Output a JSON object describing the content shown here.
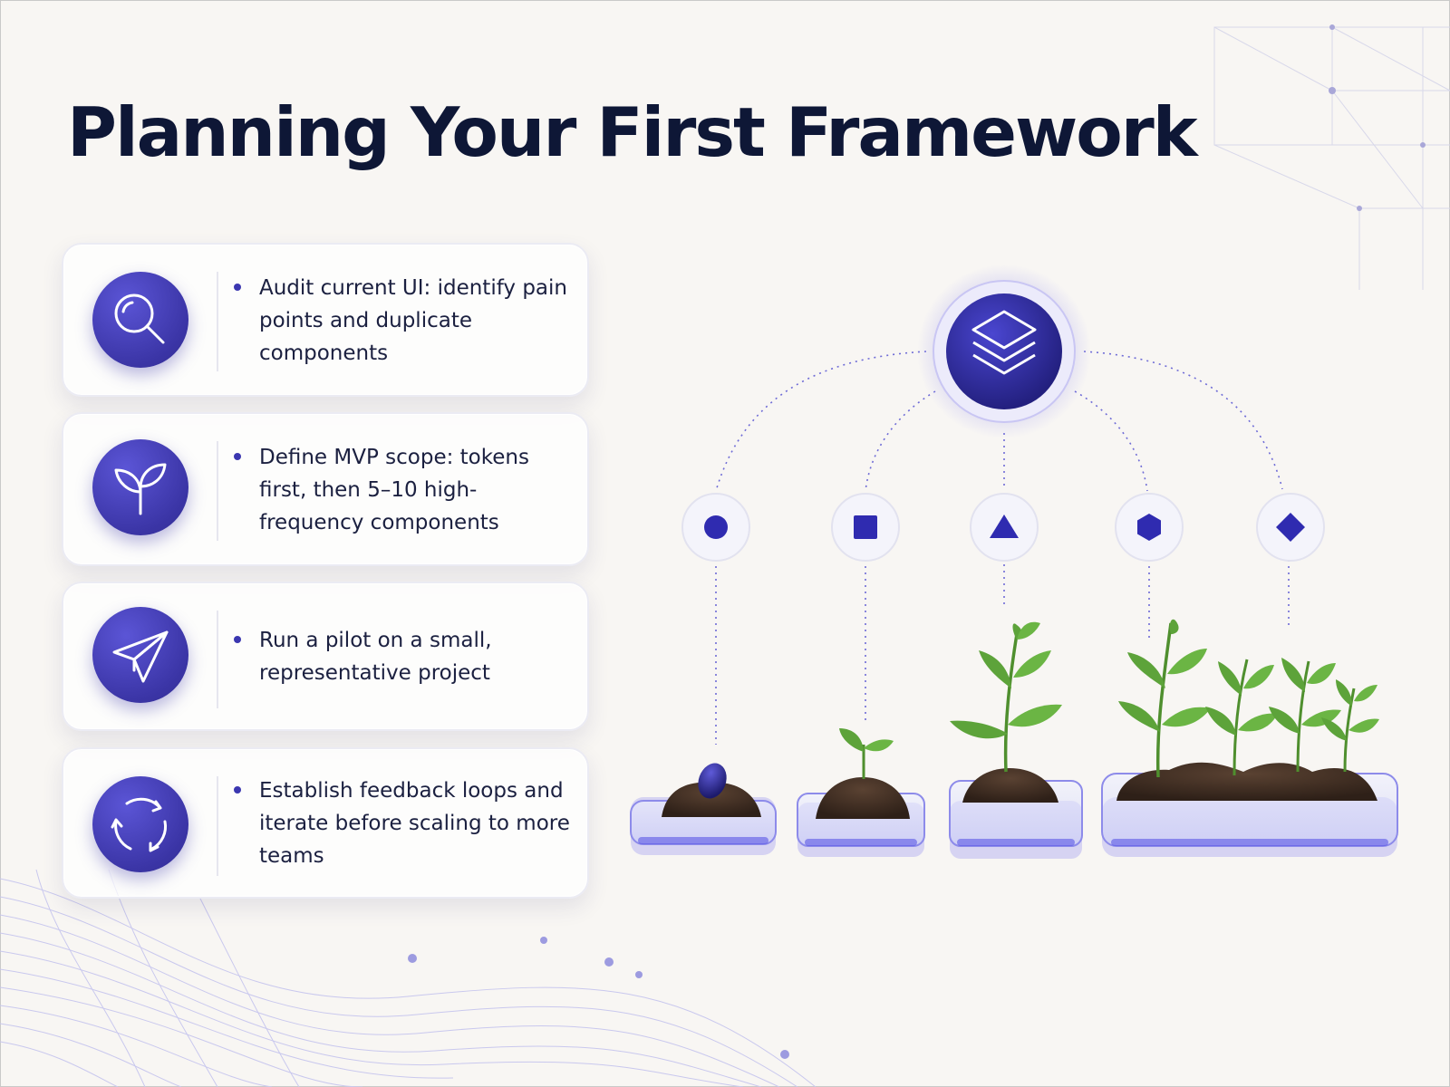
{
  "title": "Planning Your First Framework",
  "colors": {
    "accent": "#3b37b0",
    "heading": "#0e1736",
    "background": "#f8f6f3",
    "leaf": "#5da33a",
    "soil": "#3d2b1f"
  },
  "steps": [
    {
      "icon": "search-icon",
      "text": "Audit current UI: identify pain points and duplicate components"
    },
    {
      "icon": "sprout-icon",
      "text": "Define MVP scope: tokens first, then 5–10 high-frequency components"
    },
    {
      "icon": "paper-plane-icon",
      "text": "Run a pilot on a small, representative project"
    },
    {
      "icon": "refresh-cycle-icon",
      "text": "Establish feedback loops and iterate before scaling to more teams"
    }
  ],
  "diagram": {
    "hub_icon": "layers-icon",
    "nodes": [
      "circle-icon",
      "square-icon",
      "triangle-icon",
      "hexagon-icon",
      "diamond-icon"
    ],
    "growth_stages": [
      "seed",
      "sprout",
      "young-plant",
      "grown-plants"
    ]
  }
}
